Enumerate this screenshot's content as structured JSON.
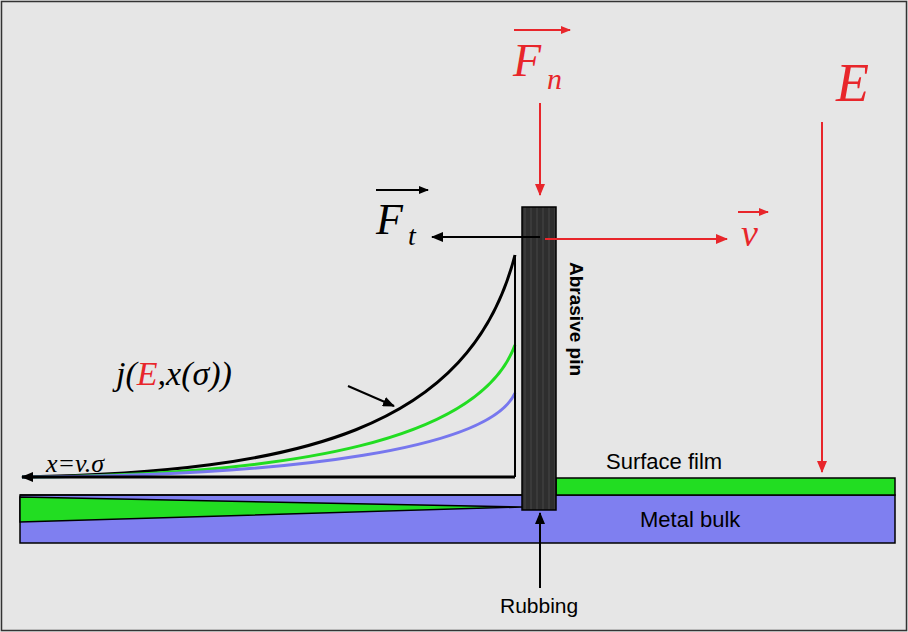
{
  "diagram": {
    "labels": [
      "F",
      "n",
      "F",
      "t",
      "v",
      "E",
      "j(",
      "E",
      ",x(σ))",
      "x=v.σ",
      "Abrasive pin",
      "Surface film",
      "Metal bulk",
      "Rubbing"
    ]
  }
}
